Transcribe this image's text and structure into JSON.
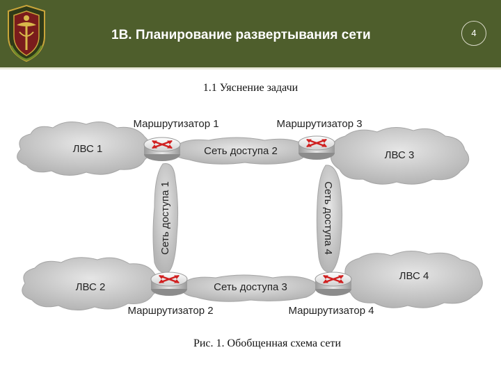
{
  "header": {
    "title": "1В. Планирование развертывания сети",
    "page_number": "4",
    "bg_color": "#4e5e2c"
  },
  "subtitle": "1.1 Уяснение задачи",
  "diagram": {
    "routers": [
      {
        "id": "r1",
        "label": "Маршрутизатор 1"
      },
      {
        "id": "r2",
        "label": "Маршрутизатор 2"
      },
      {
        "id": "r3",
        "label": "Маршрутизатор 3"
      },
      {
        "id": "r4",
        "label": "Маршрутизатор 4"
      }
    ],
    "lans": [
      {
        "id": "lan1",
        "label": "ЛВС 1"
      },
      {
        "id": "lan2",
        "label": "ЛВС 2"
      },
      {
        "id": "lan3",
        "label": "ЛВС 3"
      },
      {
        "id": "lan4",
        "label": "ЛВС 4"
      }
    ],
    "access_networks": [
      {
        "id": "net1",
        "label": "Сеть доступа 1"
      },
      {
        "id": "net2",
        "label": "Сеть доступа 2"
      },
      {
        "id": "net3",
        "label": "Сеть доступа 3"
      },
      {
        "id": "net4",
        "label": "Сеть доступа 4"
      }
    ]
  },
  "caption": "Рис. 1. Обобщенная схема сети"
}
